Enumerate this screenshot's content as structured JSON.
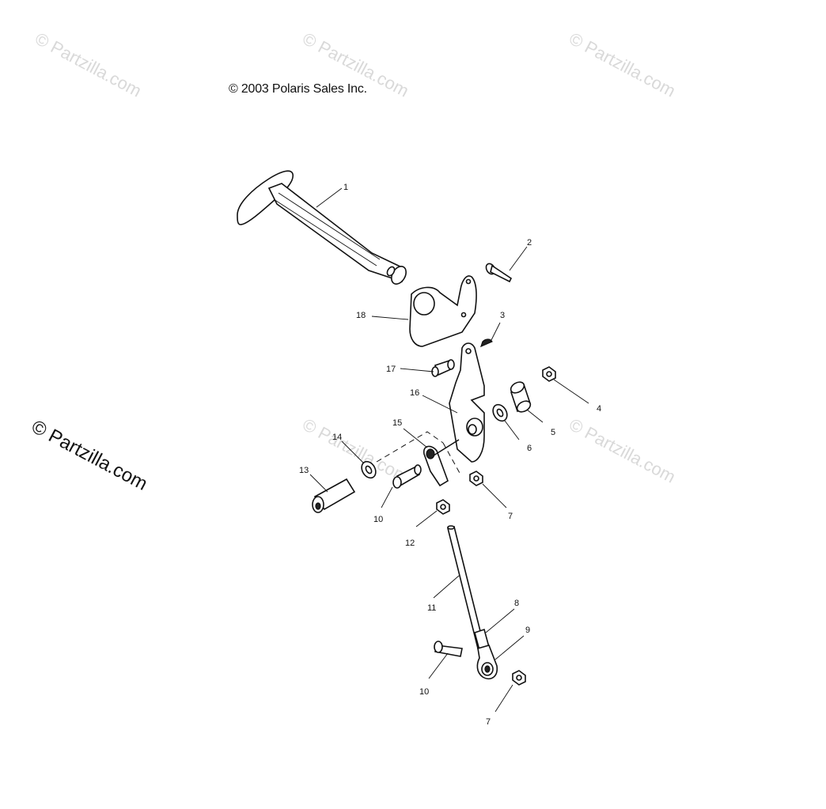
{
  "copyright": "© 2003 Polaris Sales Inc.",
  "watermark": {
    "light": "© Partzilla.com",
    "dark": "© Partzilla.com"
  },
  "callouts": {
    "c1": "1",
    "c2": "2",
    "c3": "3",
    "c4": "4",
    "c5": "5",
    "c6": "6",
    "c7a": "7",
    "c7b": "7",
    "c8": "8",
    "c9": "9",
    "c10a": "10",
    "c10b": "10",
    "c11": "11",
    "c12": "12",
    "c13": "13",
    "c14": "14",
    "c15": "15",
    "c16": "16",
    "c17": "17",
    "c18": "18"
  },
  "colors": {
    "line": "#111111",
    "watermark": "#d9d9d9",
    "background": "#ffffff"
  }
}
